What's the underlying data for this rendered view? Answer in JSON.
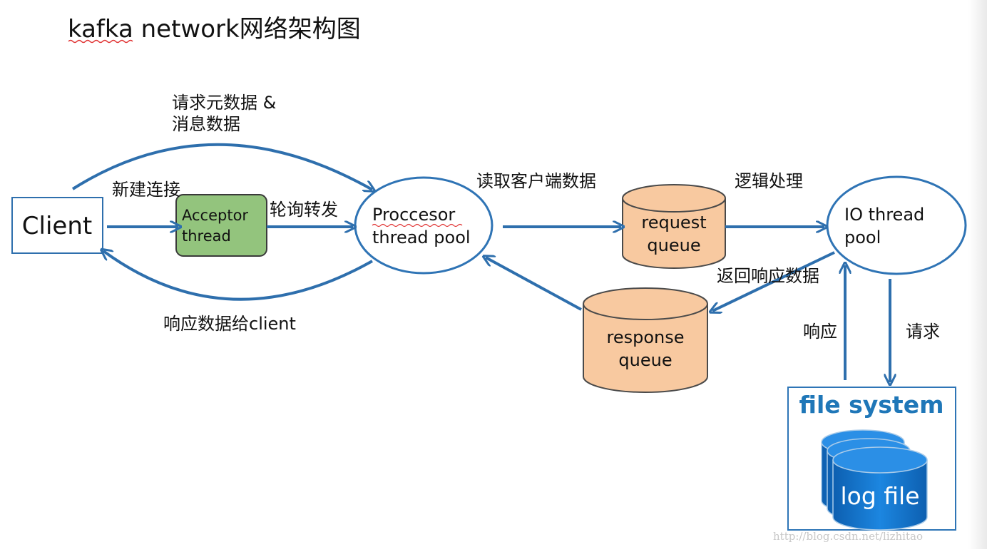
{
  "title": "kafka network网络架构图",
  "nodes": {
    "client": "Client",
    "acceptor_line1": "Acceptor",
    "acceptor_line2": "thread",
    "processor_line1": "Proccesor",
    "processor_line2": "thread pool",
    "request_queue_line1": "request",
    "request_queue_line2": "queue",
    "io_pool_line1": "IO  thread",
    "io_pool_line2": "pool",
    "response_queue_line1": "response",
    "response_queue_line2": "queue",
    "file_system": "file system",
    "log_file": "log file"
  },
  "edges": {
    "metadata_line1": "请求元数据 &",
    "metadata_line2": "消息数据",
    "new_connection": "新建连接",
    "round_robin": "轮询转发",
    "read_client_data": "读取客户端数据",
    "logic_processing": "逻辑处理",
    "return_response": "返回响应数据",
    "response_to_client": "响应数据给client",
    "fs_response": "响应",
    "fs_request": "请求"
  },
  "watermark": "http://blog.csdn.net/lizhitao",
  "colors": {
    "arrow": "#2e6fad",
    "ellipse_stroke": "#2f74b5",
    "acceptor_fill": "#93c47d",
    "queue_fill": "#f8c9a0",
    "fs_stroke": "#2e75b6",
    "fs_text": "#1f77b8",
    "log_fill": "#1677cf"
  }
}
